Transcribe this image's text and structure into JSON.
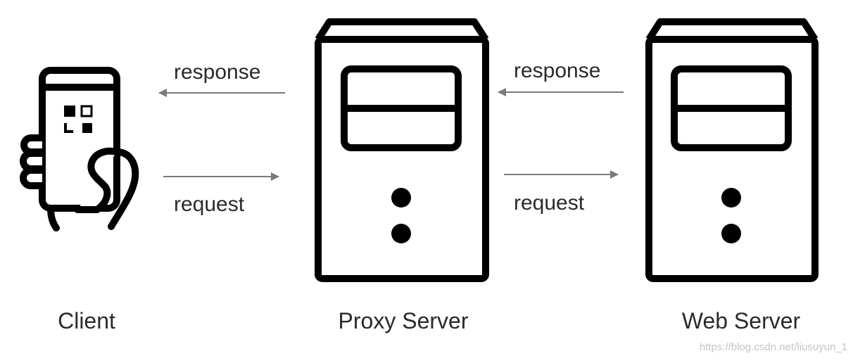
{
  "colors": {
    "stroke": "#000000",
    "arrow": "#7a7a7a",
    "text": "#2a2a2a",
    "watermark": "#c4c4c4",
    "background": "#ffffff"
  },
  "nodes": {
    "client": {
      "label": "Client",
      "icon": "smartphone-in-hand-icon"
    },
    "proxy": {
      "label": "Proxy Server",
      "icon": "server-tower-icon"
    },
    "web": {
      "label": "Web Server",
      "icon": "server-tower-icon"
    }
  },
  "edges": [
    {
      "from": "proxy",
      "to": "client",
      "label": "response"
    },
    {
      "from": "client",
      "to": "proxy",
      "label": "request"
    },
    {
      "from": "web",
      "to": "proxy",
      "label": "response"
    },
    {
      "from": "proxy",
      "to": "web",
      "label": "request"
    }
  ],
  "watermark": "https://blog.csdn.net/liusuyun_1"
}
